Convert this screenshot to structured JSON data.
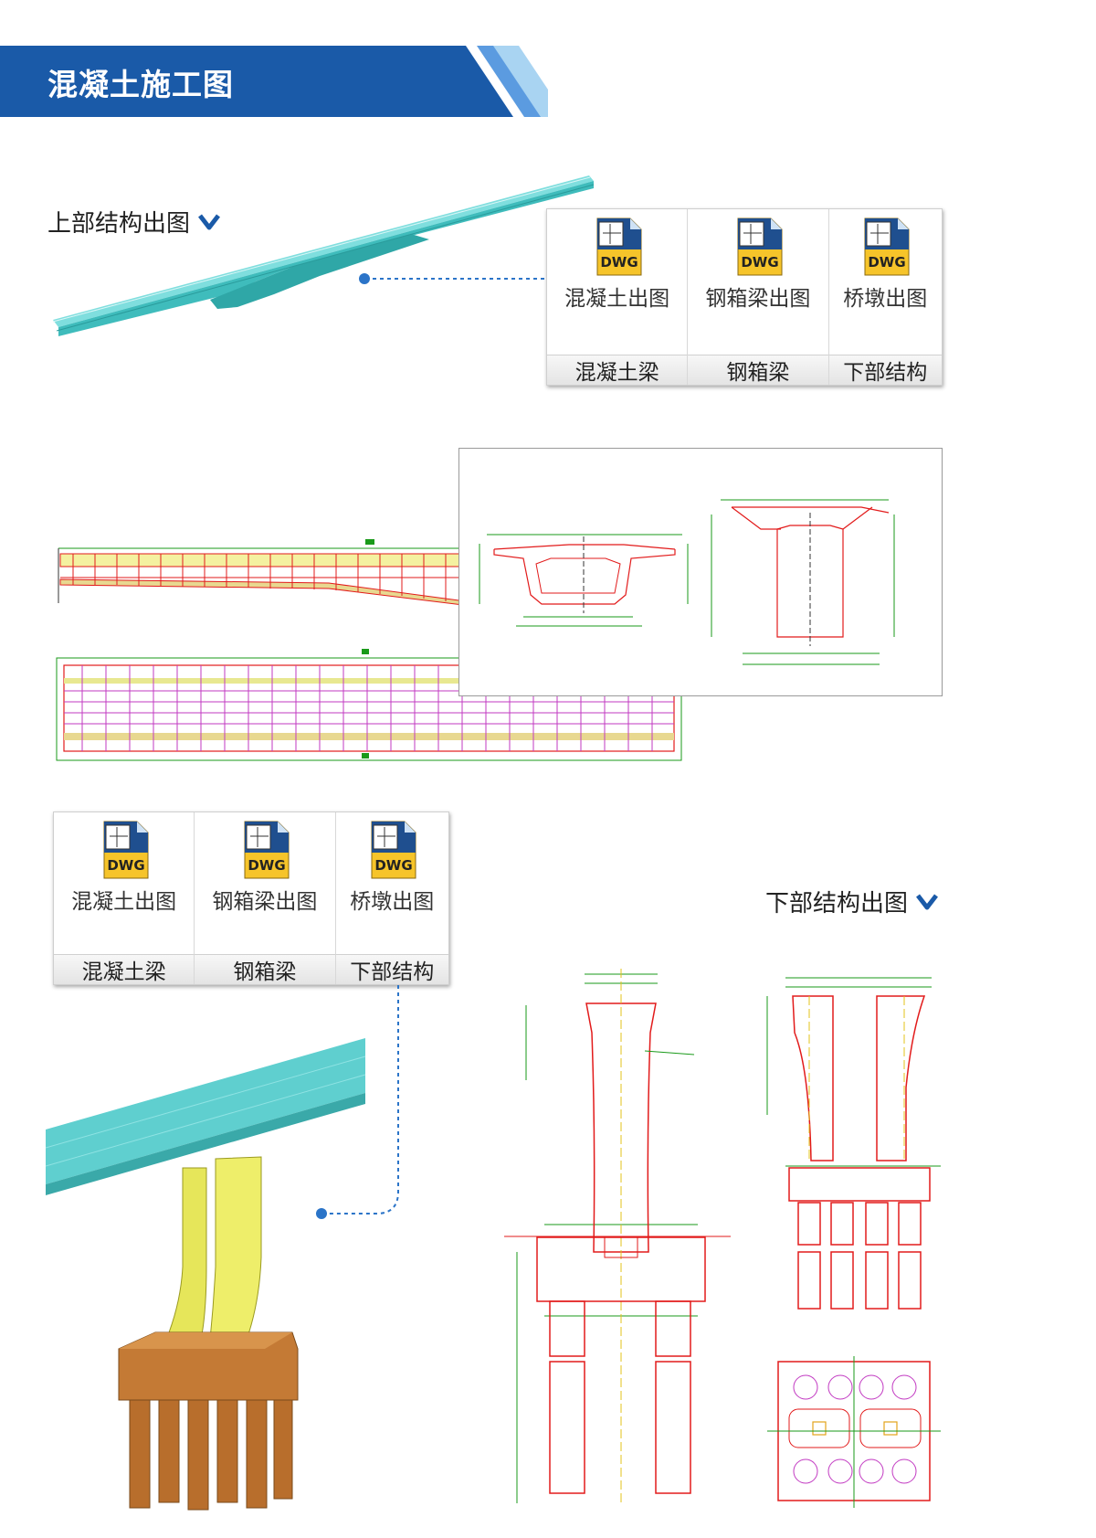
{
  "header": {
    "title": "混凝土施工图"
  },
  "superstructure": {
    "title": "上部结构出图"
  },
  "substructure": {
    "title": "下部结构出图"
  },
  "toolbar": {
    "buttons": [
      {
        "label": "混凝土出图",
        "icon": "dwg-file-icon",
        "group": "混凝土梁"
      },
      {
        "label": "钢箱梁出图",
        "icon": "dwg-file-icon",
        "group": "钢箱梁"
      },
      {
        "label": "桥墩出图",
        "icon": "dwg-file-icon",
        "group": "下部结构"
      }
    ],
    "icon_text": "DWG"
  },
  "colors": {
    "banner_blue": "#1a5aa8",
    "stripe_light": "#8ec3ec",
    "model_cyan": "#4fc9c9",
    "pier_yellow": "#e8e85a",
    "pile_brown": "#c07a3a",
    "cad_red": "#e21b1b",
    "cad_green": "#1a9a1a",
    "cad_magenta": "#c23ac2",
    "chevron": "#1a5aa8"
  }
}
